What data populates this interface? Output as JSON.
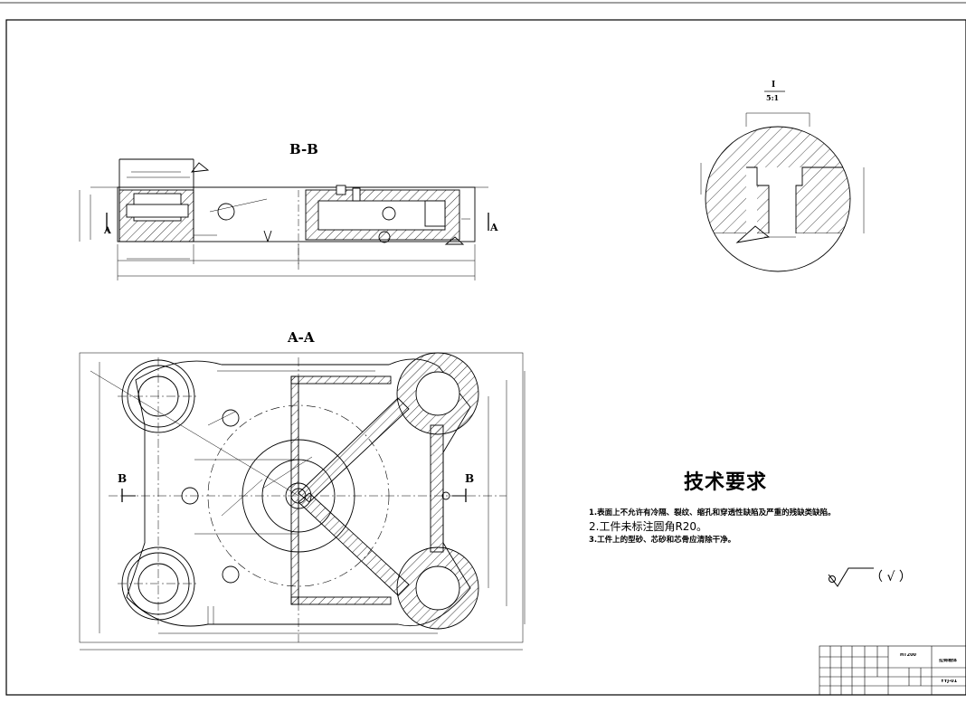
{
  "views": {
    "bb_title": "B-B",
    "aa_title": "A-A",
    "detail_label": "I",
    "detail_scale": "5:1",
    "section_a_mark": "A",
    "section_b_mark": "B"
  },
  "technical_requirements": {
    "title": "技术要求",
    "items": [
      "1.表面上不允许有冷隔、裂纹、缩孔和穿透性缺陷及严重的残缺类缺陷。",
      "2.工件未标注圆角R20。",
      "3.工件上的型砂、芯砂和芯骨应清除干净。"
    ]
  },
  "surface_finish": {
    "note": "（ √ ）"
  },
  "title_block": {
    "material": "HT200",
    "part_name": "拉铸箱体",
    "drawing_no": "YYJ-01"
  },
  "colors": {
    "line": "#000000",
    "background": "#ffffff"
  }
}
